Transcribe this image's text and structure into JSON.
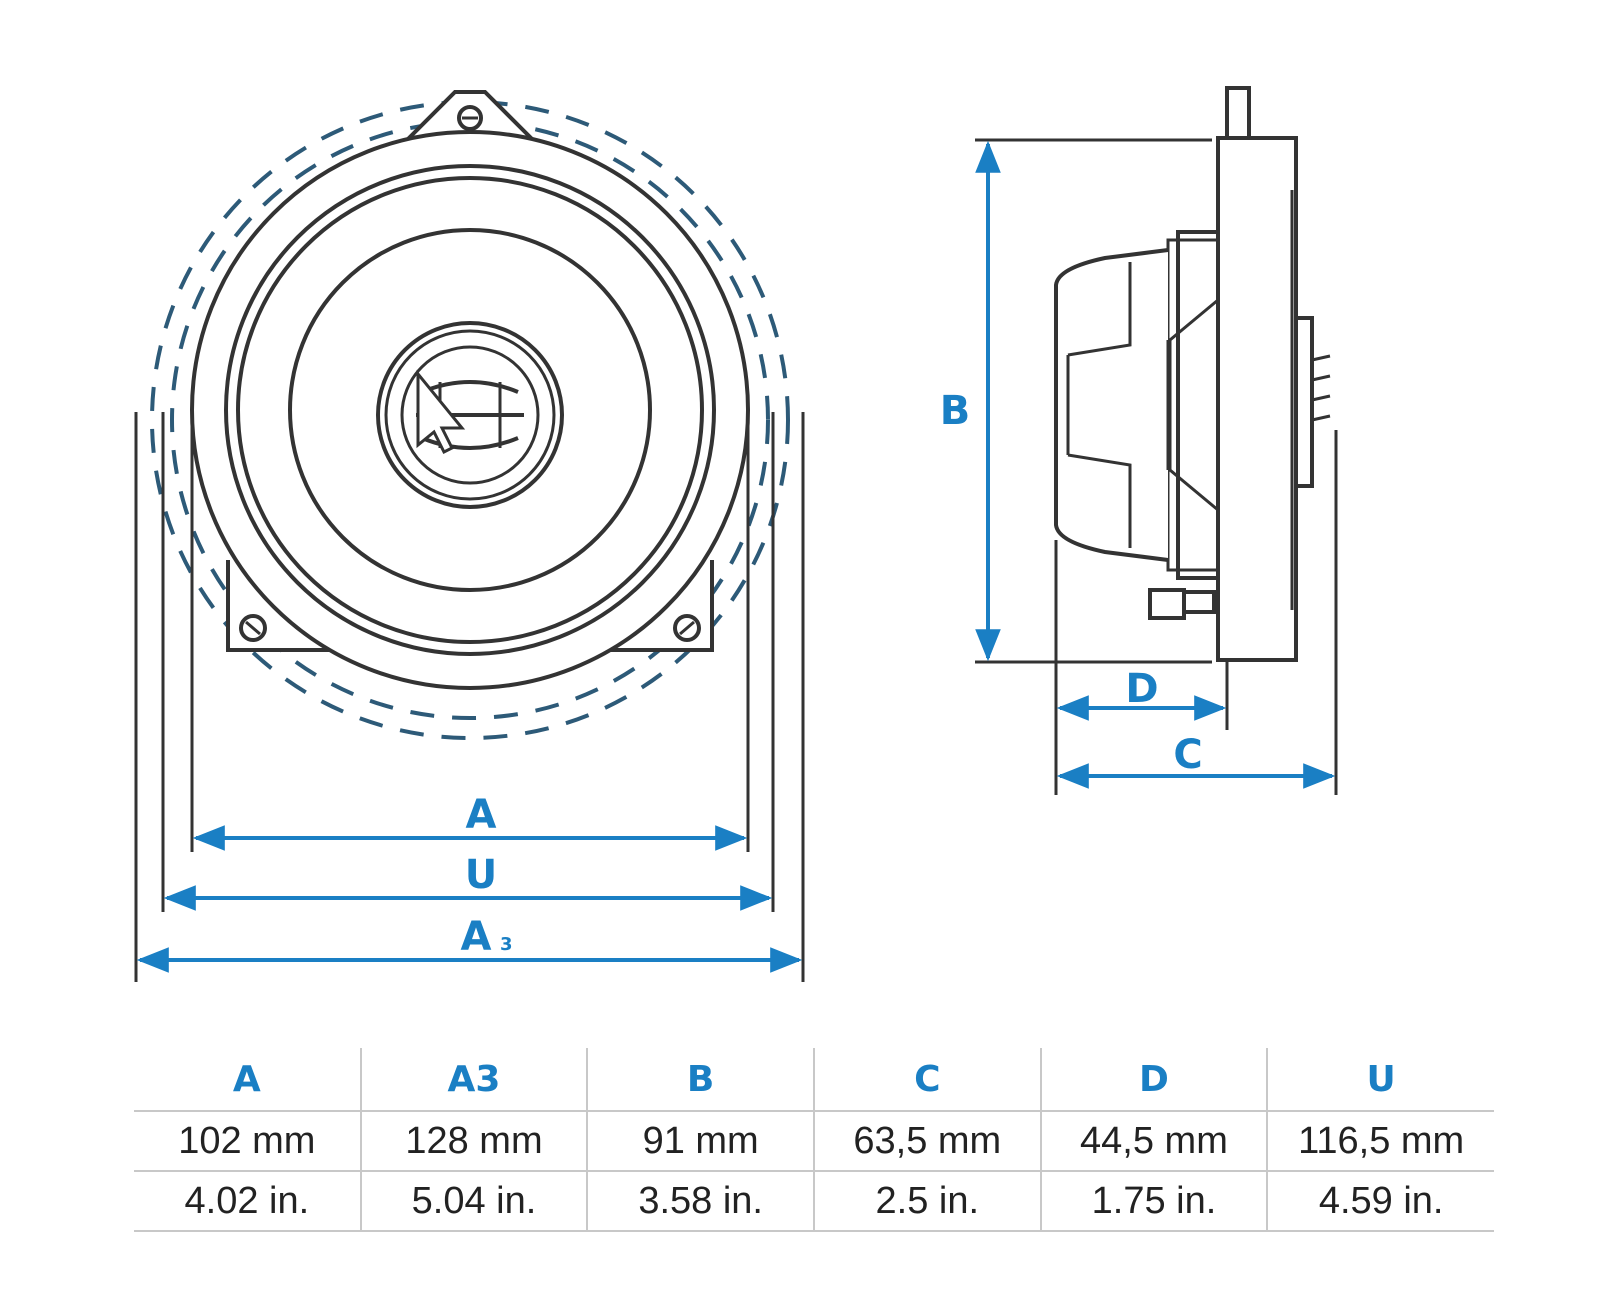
{
  "diagram": {
    "front_labels": {
      "a": "A",
      "u": "U",
      "a3_main": "A",
      "a3_sub": "3"
    },
    "side_labels": {
      "b": "B",
      "c": "C",
      "d": "D"
    },
    "colors": {
      "dimension": "#1a7fc4",
      "outline": "#333333",
      "dashed": "#2d5a78"
    },
    "icons": [
      "speaker-front-view-icon",
      "speaker-side-view-icon"
    ]
  },
  "table": {
    "headers": [
      "A",
      "A3",
      "B",
      "C",
      "D",
      "U"
    ],
    "rows": [
      [
        "102 mm",
        "128 mm",
        "91 mm",
        "63,5 mm",
        "44,5 mm",
        "116,5 mm"
      ],
      [
        "4.02 in.",
        "5.04 in.",
        "3.58 in.",
        "2.5 in.",
        "1.75 in.",
        "4.59 in."
      ]
    ]
  }
}
